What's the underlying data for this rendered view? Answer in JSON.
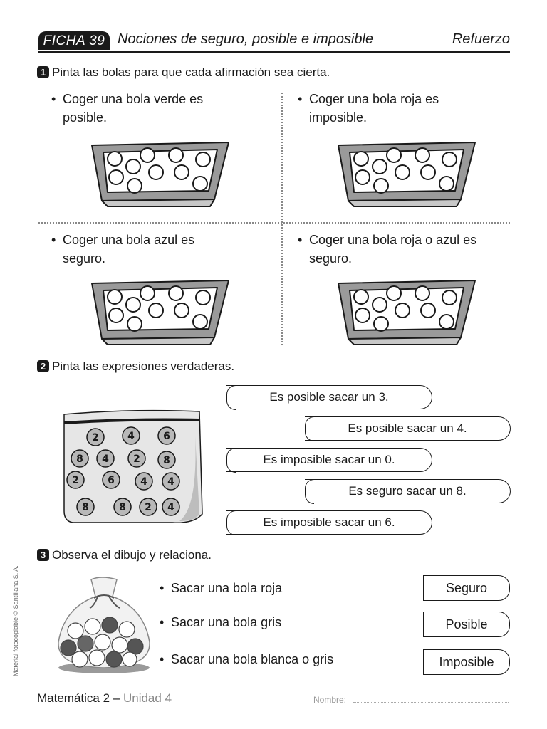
{
  "header": {
    "badge": "FICHA 39",
    "title": "Nociones de seguro, posible e imposible",
    "level": "Refuerzo"
  },
  "q1": {
    "number": "1",
    "text": "Pinta las bolas para que cada afirmación sea cierta.",
    "bullet": "•",
    "statements": [
      {
        "line1": "Coger una bola verde es",
        "line2": "posible."
      },
      {
        "line1": "Coger una bola roja es",
        "line2": "imposible."
      },
      {
        "line1": "Coger una bola azul es",
        "line2": "seguro."
      },
      {
        "line1": "Coger una bola roja o azul es",
        "line2": "seguro."
      }
    ]
  },
  "q2": {
    "number": "2",
    "text": "Pinta las expresiones verdaderas.",
    "bag_balls": [
      "2",
      "4",
      "6",
      "8",
      "4",
      "2",
      "8",
      "2",
      "6",
      "4",
      "4",
      "8",
      "8",
      "2",
      "4"
    ],
    "expressions": [
      "Es posible sacar un 3.",
      "Es posible sacar un 4.",
      "Es imposible sacar un 0.",
      "Es seguro sacar un 8.",
      "Es imposible sacar un 6."
    ]
  },
  "q3": {
    "number": "3",
    "text": "Observa el dibujo y relaciona.",
    "bullet": "•",
    "items": [
      "Sacar una bola roja",
      "Sacar una bola gris",
      "Sacar una bola blanca o gris"
    ],
    "options": [
      "Seguro",
      "Posible",
      "Imposible"
    ]
  },
  "footer": {
    "subject": "Matemática 2 –",
    "unit": "Unidad 4",
    "name_label": "Nombre:",
    "credit": "Material fotocopiable © Santillana S. A."
  }
}
